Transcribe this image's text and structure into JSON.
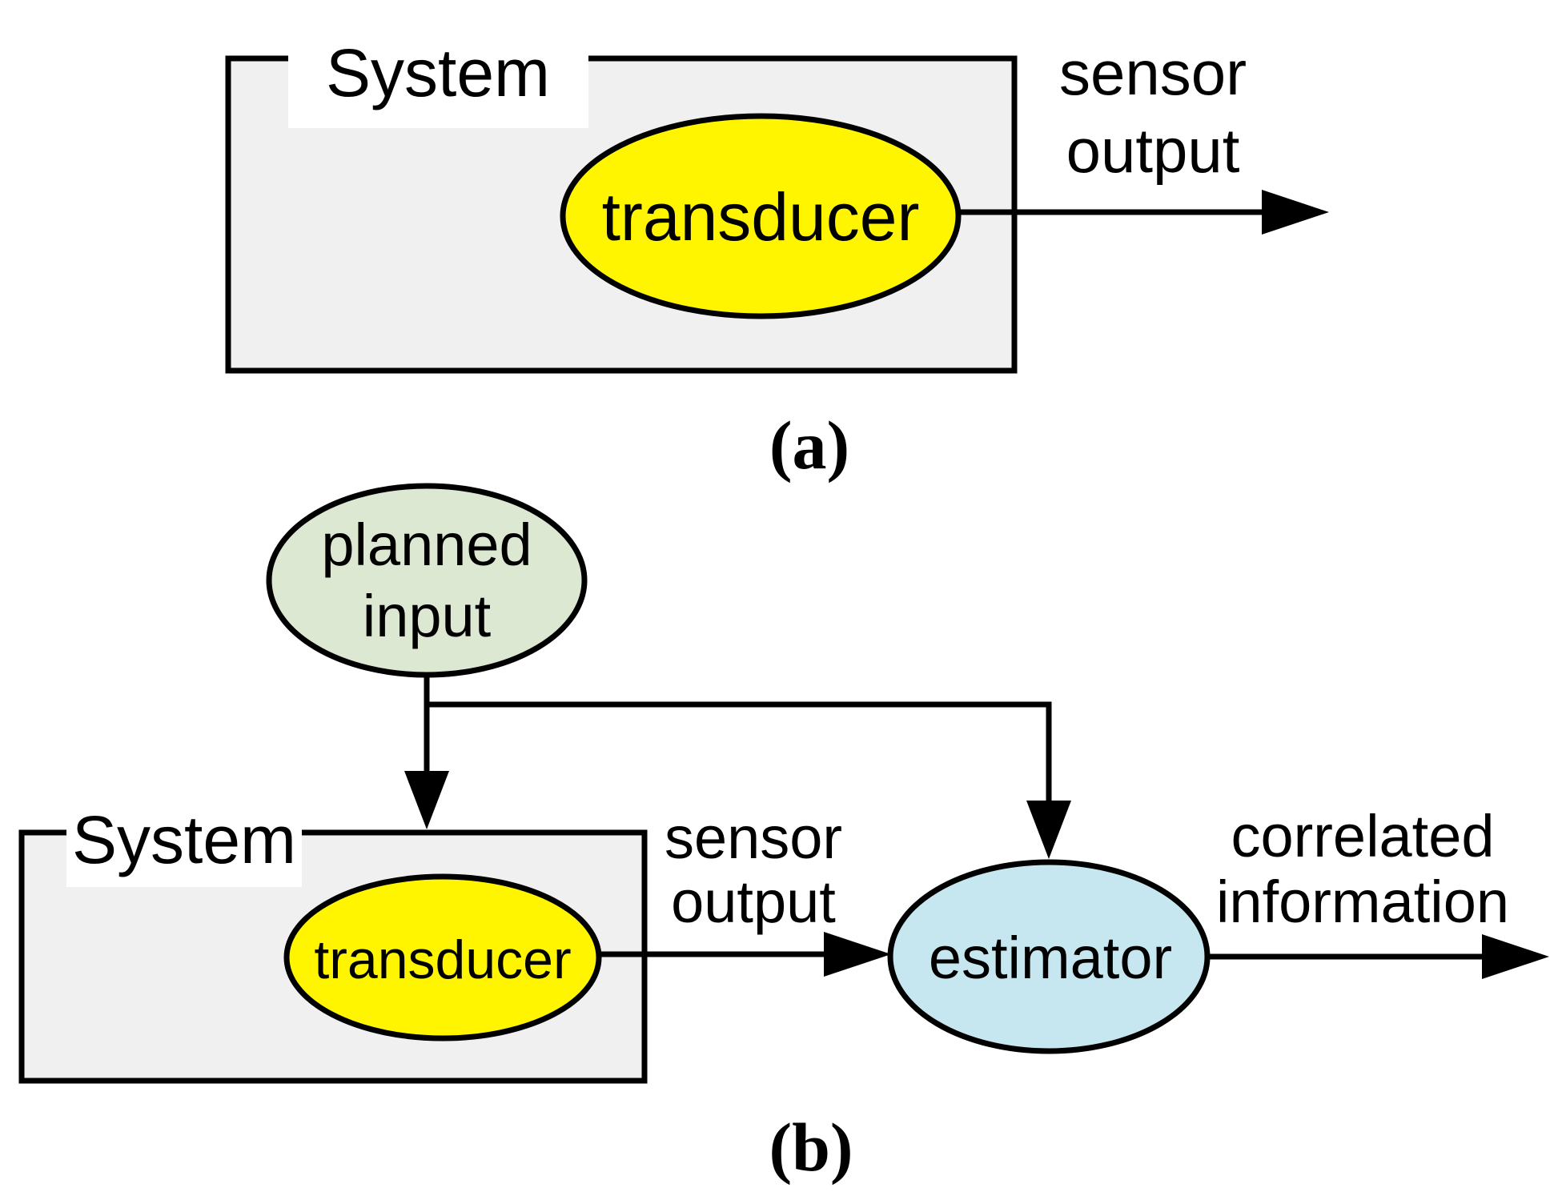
{
  "panel_a": {
    "caption": "(a)",
    "system_box_label": "System",
    "transducer_label": "transducer",
    "sensor_output_label": {
      "line1": "sensor",
      "line2": "output"
    }
  },
  "panel_b": {
    "caption": "(b)",
    "system_box_label": "System",
    "planned_input_label": {
      "line1": "planned",
      "line2": "input"
    },
    "transducer_label": "transducer",
    "estimator_label": "estimator",
    "sensor_output_label": {
      "line1": "sensor",
      "line2": "output"
    },
    "correlated_information_label": {
      "line1": "correlated",
      "line2": "information"
    }
  },
  "colors": {
    "background": "#FFFFFF",
    "system_box_fill": "#F0F0F0",
    "transducer_fill": "#FFF500",
    "planned_input_fill": "#DCE8D2",
    "estimator_fill": "#C6E6F0",
    "stroke": "#000000"
  }
}
